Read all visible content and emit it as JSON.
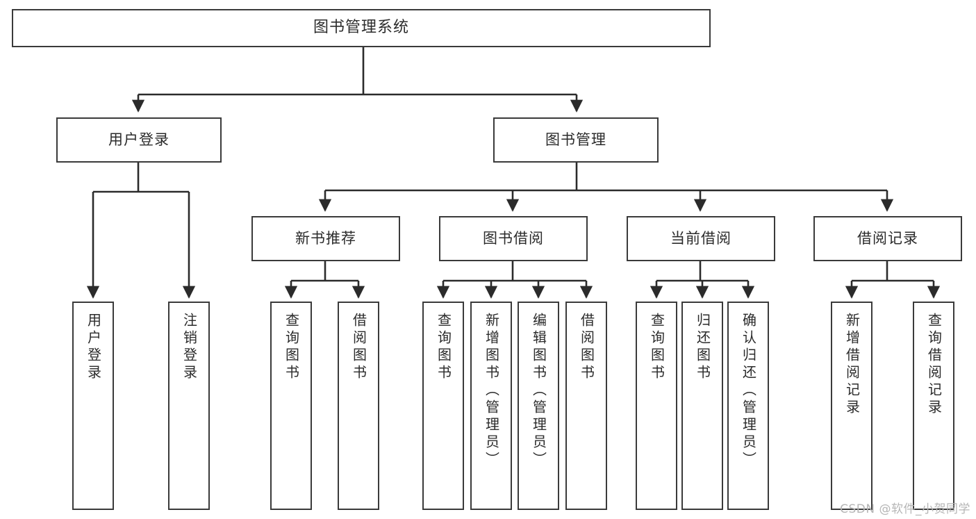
{
  "diagram": {
    "title": "图书管理系统",
    "type": "hierarchy-tree",
    "watermark": "CSDN @软件_小贺同学",
    "colors": {
      "box_border": "#3a3a3a",
      "box_fill": "#ffffff",
      "edge": "#2b2b2b",
      "text": "#2b2b2b",
      "watermark": "#b6b6b6",
      "background": "#ffffff"
    },
    "levels": {
      "root": {
        "label": "图书管理系统"
      },
      "level2": [
        {
          "id": "user-login",
          "label": "用户登录"
        },
        {
          "id": "book-manage",
          "label": "图书管理"
        }
      ],
      "level3": [
        {
          "id": "new-book-recommend",
          "label": "新书推荐",
          "parent": "book-manage"
        },
        {
          "id": "book-borrow",
          "label": "图书借阅",
          "parent": "book-manage"
        },
        {
          "id": "current-borrow",
          "label": "当前借阅",
          "parent": "book-manage"
        },
        {
          "id": "borrow-record",
          "label": "借阅记录",
          "parent": "book-manage"
        }
      ],
      "leaves": {
        "user-login": [
          {
            "id": "leaf-user-login",
            "label": "用户登录"
          },
          {
            "id": "leaf-user-logout",
            "label": "注销登录"
          }
        ],
        "new-book-recommend": [
          {
            "id": "leaf-query-book-1",
            "label": "查询图书"
          },
          {
            "id": "leaf-borrow-book-1",
            "label": "借阅图书"
          }
        ],
        "book-borrow": [
          {
            "id": "leaf-query-book-2",
            "label": "查询图书"
          },
          {
            "id": "leaf-add-book",
            "label": "新增图书（管理员）"
          },
          {
            "id": "leaf-edit-book",
            "label": "编辑图书（管理员）"
          },
          {
            "id": "leaf-borrow-book-2",
            "label": "借阅图书"
          }
        ],
        "current-borrow": [
          {
            "id": "leaf-query-book-3",
            "label": "查询图书"
          },
          {
            "id": "leaf-return-book",
            "label": "归还图书"
          },
          {
            "id": "leaf-confirm-return",
            "label": "确认归还（管理员）"
          }
        ],
        "borrow-record": [
          {
            "id": "leaf-add-record",
            "label": "新增借阅记录"
          },
          {
            "id": "leaf-query-record",
            "label": "查询借阅记录"
          }
        ]
      }
    }
  }
}
